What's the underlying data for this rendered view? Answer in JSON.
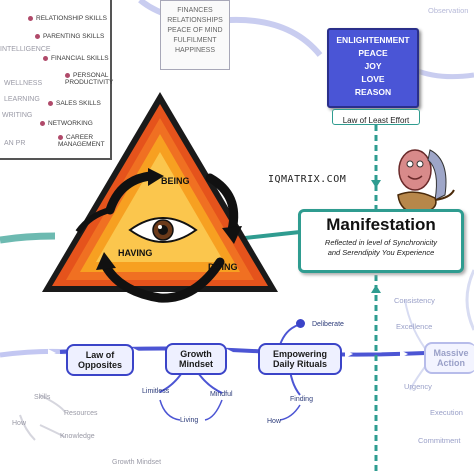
{
  "top_mid_box": [
    "FINANCES",
    "RELATIONSHIPS",
    "PEACE OF MIND",
    "FULFILMENT",
    "HAPPINESS"
  ],
  "top_left_skills": [
    "RELATIONSHIP SKILLS",
    "PARENTING SKILLS",
    "FINANCIAL SKILLS",
    "PERSONAL PRODUCTIVITY",
    "SALES SKILLS",
    "NETWORKING",
    "CAREER MANAGEMENT"
  ],
  "top_left_faded": [
    "INTELLIGENCE",
    "WELLNESS",
    "LEARNING",
    "WRITING",
    "AN PR"
  ],
  "enlightenment_box": [
    "ENLIGHTENMENT",
    "PEACE",
    "JOY",
    "LOVE",
    "REASON"
  ],
  "law_label": "Law of Least Effort",
  "top_right_faded": "Observation",
  "watermark": "IQMATRIX.COM",
  "triangle_labels": {
    "being": "BEING",
    "having": "HAVING",
    "doing": "DOING"
  },
  "manifestation": {
    "title": "Manifestation",
    "subtitle_line1": "Reflected in level of Synchronicity",
    "subtitle_line2": "and Serendipity You Experience"
  },
  "bottom_nodes": {
    "law_of_opposites": [
      "Law of",
      "Opposites"
    ],
    "growth_mindset": [
      "Growth",
      "Mindset"
    ],
    "empowering": [
      "Empowering",
      "Daily Rituals"
    ],
    "massive_action": [
      "Massive",
      "Action"
    ]
  },
  "sub_nodes": {
    "deliberate": "Deliberate",
    "limitless": "Limitless",
    "mindful": "Mindful",
    "living": "Living",
    "finding": "Finding",
    "how": "How"
  },
  "right_faded": [
    "Consistency",
    "Excellence",
    "Urgency",
    "Execution",
    "Commitment"
  ],
  "left_bottom_faded": [
    "Skills",
    "Resources",
    "Knowledge",
    "Growth Mindset",
    "How"
  ],
  "colors": {
    "node_blue": "#3b44c8",
    "node_fill": "#e8eaff",
    "teal": "#2f9c90",
    "orange_outer": "#e5531c",
    "orange_inner": "#f7a021",
    "dark_line": "#1a1a1a"
  },
  "icons": [
    "eye-icon",
    "genie-lamp-icon",
    "arrow-icon"
  ]
}
